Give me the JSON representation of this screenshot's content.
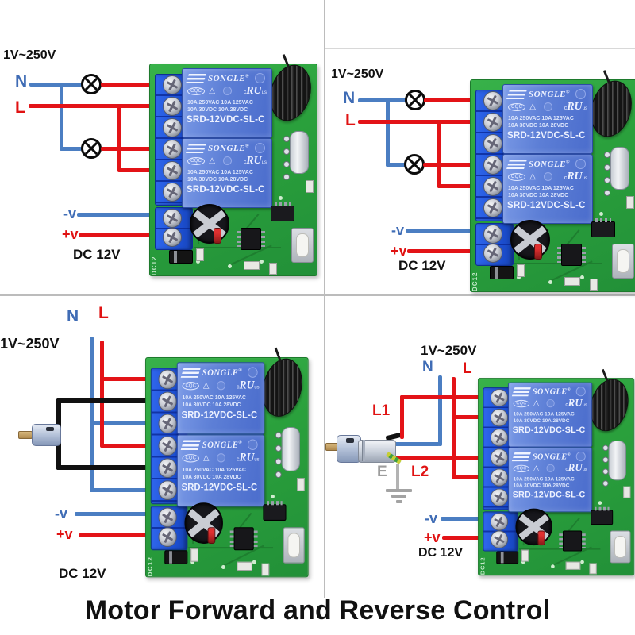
{
  "title": "Motor Forward and Reverse Control",
  "relay": {
    "brand": "SONGLE",
    "registered": "®",
    "cqc": "CQC",
    "triangle": "△",
    "ul_c": "c",
    "ul_ru": "RU",
    "ul_us": "us",
    "ratings1": "10A 250VAC 10A 125VAC",
    "ratings2": "10A  30VDC 10A  28VDC",
    "model": "SRD-12VDC-SL-C",
    "silkscreen": "DC12"
  },
  "panels": {
    "top_left": {
      "voltage": "1V~250V",
      "n": "N",
      "l": "L",
      "neg": "-v",
      "pos": "+v",
      "supply": "DC 12V"
    },
    "top_right": {
      "voltage": "1V~250V",
      "n": "N",
      "l": "L",
      "neg": "-v",
      "pos": "+v",
      "supply": "DC 12V"
    },
    "bottom_left": {
      "voltage": "1V~250V",
      "n": "N",
      "l": "L",
      "neg": "-v",
      "pos": "+v",
      "supply": "DC 12V"
    },
    "bottom_right": {
      "voltage": "1V~250V",
      "n": "N",
      "l": "L",
      "l1": "L1",
      "l2": "L2",
      "earth": "E",
      "neg": "-v",
      "pos": "+v",
      "supply": "DC 12V"
    }
  },
  "colors": {
    "wire_red": "#e31317",
    "wire_blue": "#4b7ec2",
    "wire_black": "#111111",
    "label_red": "#e01212",
    "label_blue": "#3f6cb5",
    "label_grey": "#9c9c9c",
    "pcb_green": "#2aa03c",
    "terminal_blue": "#2157d8",
    "relay_blue": "#5d7fd6"
  }
}
